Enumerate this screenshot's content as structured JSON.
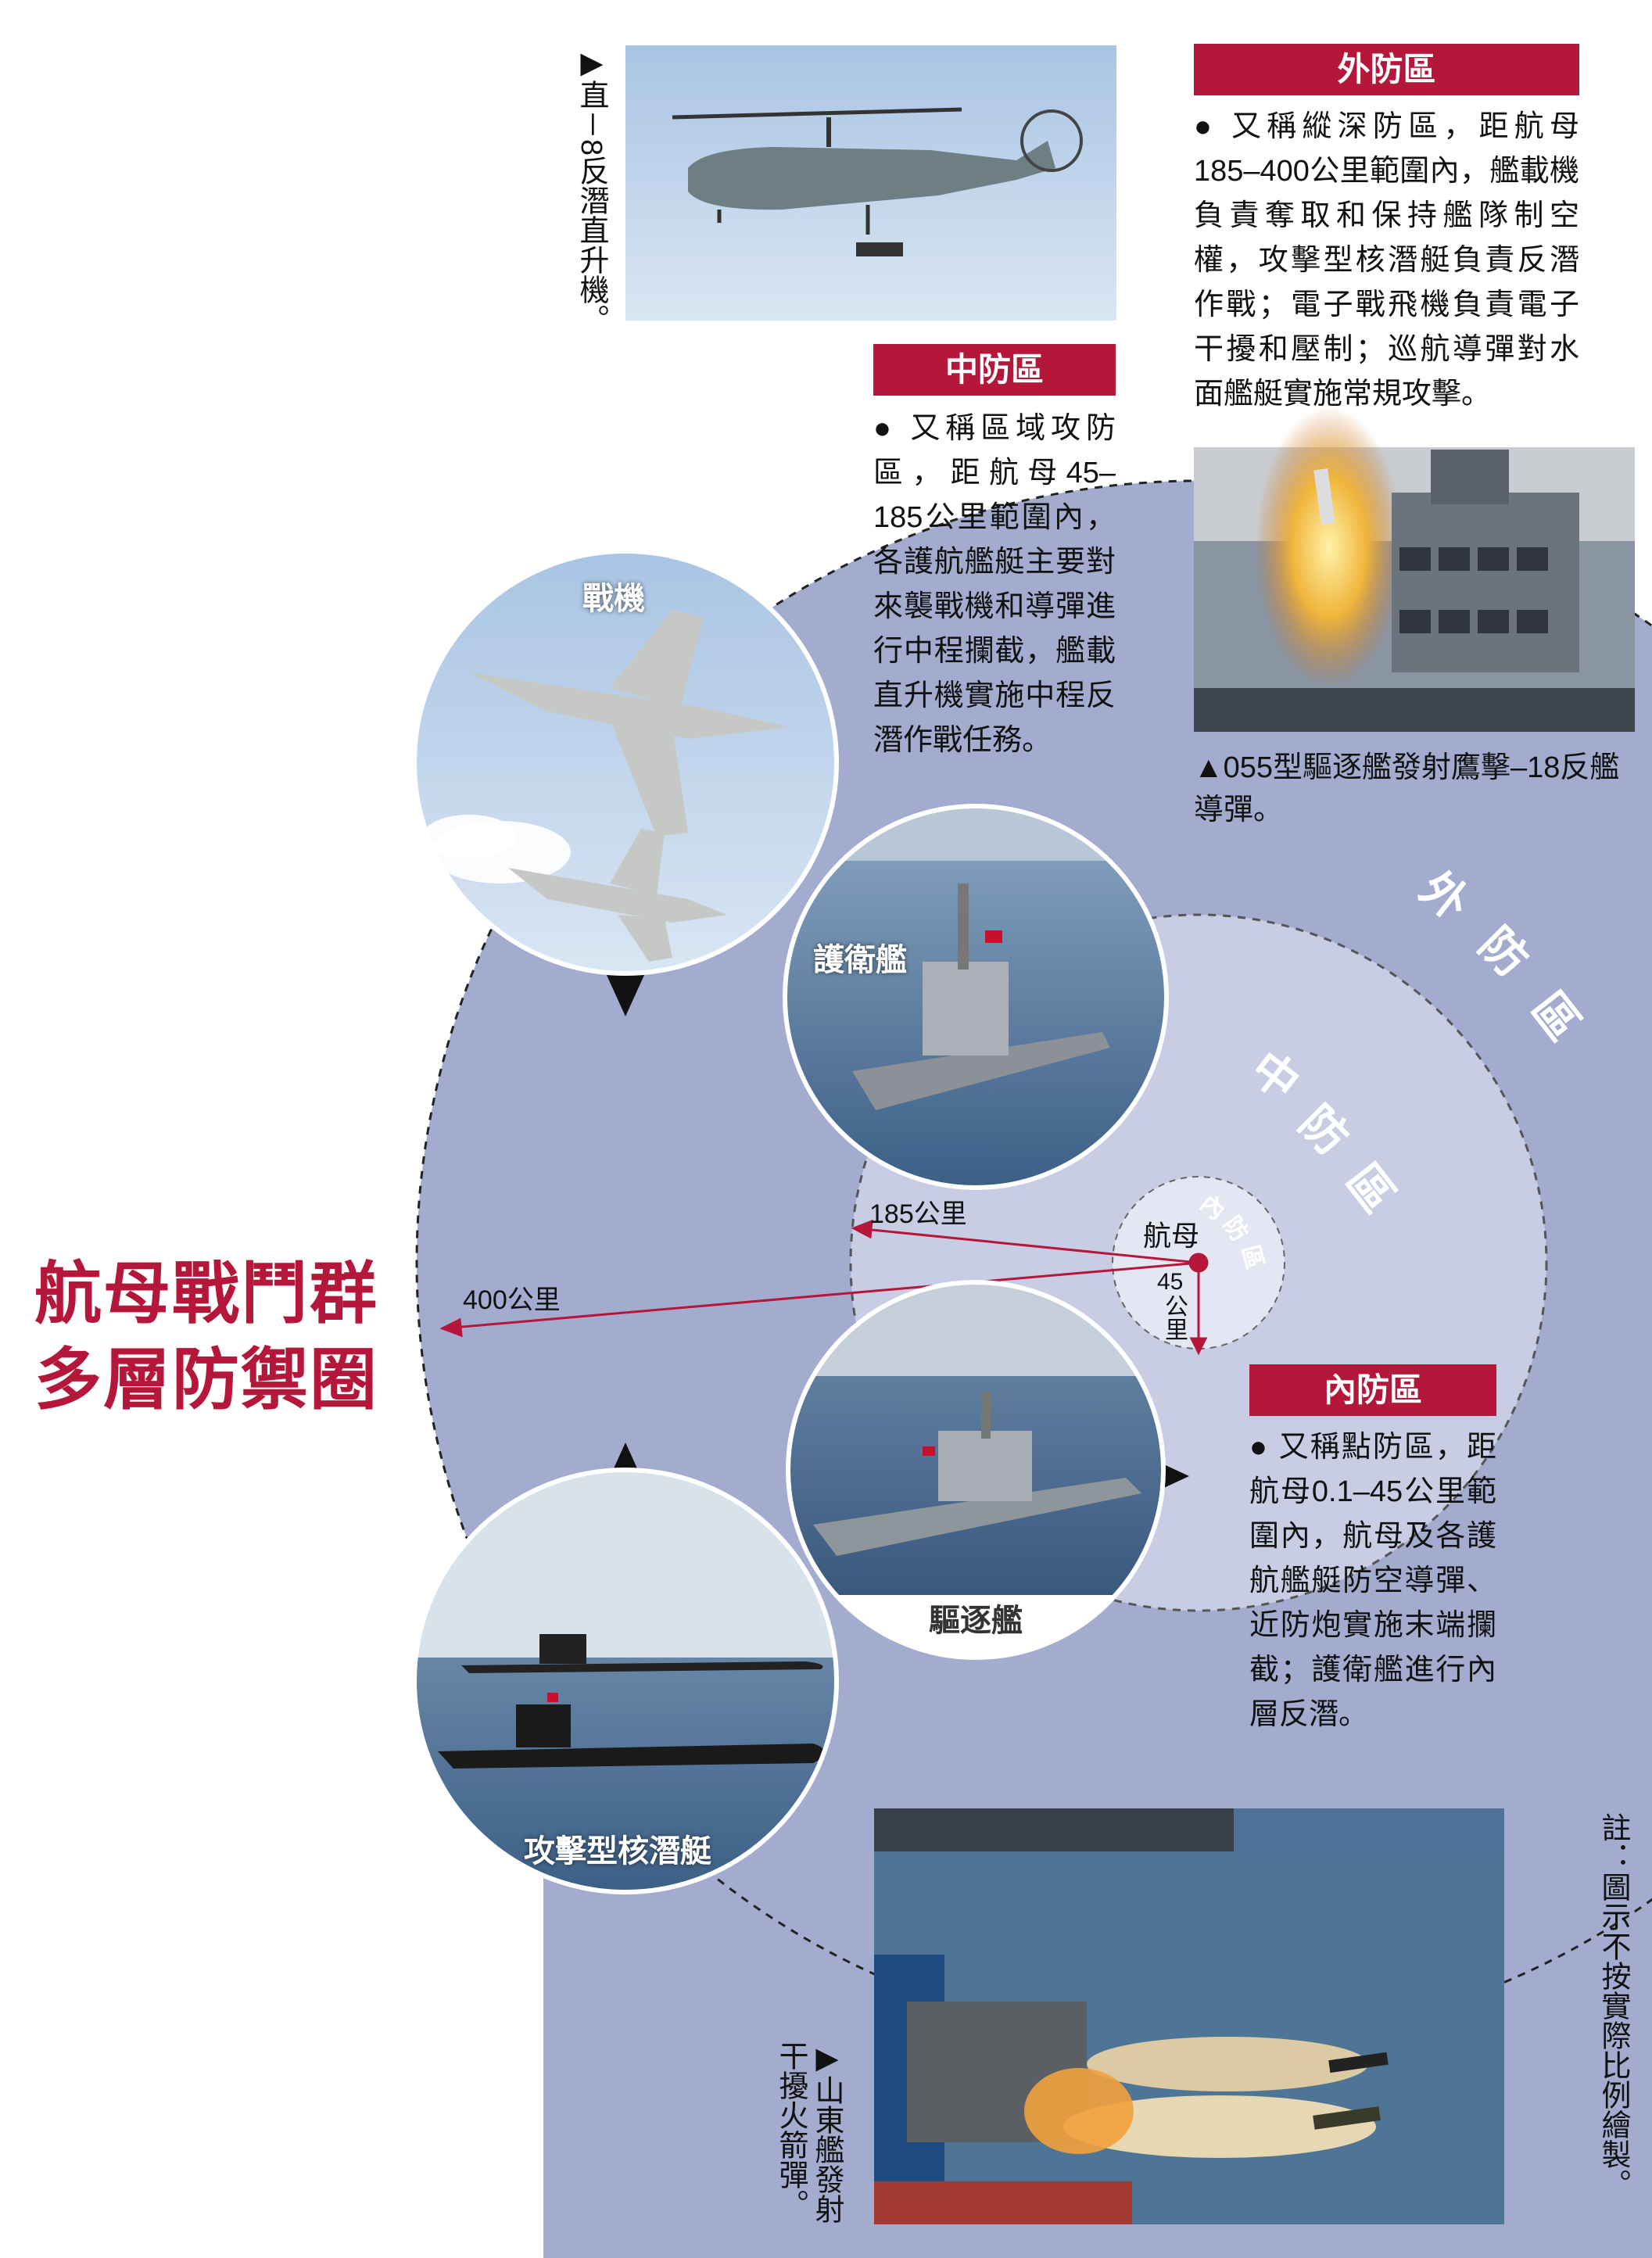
{
  "title": {
    "line1": "航母戰鬥群",
    "line2": "多層防禦圈"
  },
  "zones": {
    "outer": {
      "header": "外防區",
      "ring_label": [
        "外",
        "防",
        "區"
      ],
      "text": "● 又稱縱深防區，距航母185–400公里範圍內，艦載機負責奪取和保持艦隊制空權，攻擊型核潛艇負責反潛作戰；電子戰飛機負責電子干擾和壓制；巡航導彈對水面艦艇實施常規攻擊。"
    },
    "middle": {
      "header": "中防區",
      "ring_label": [
        "中",
        "防",
        "區"
      ],
      "text": "● 又稱區域攻防區，距航母45–185公里範圍內，各護航艦艇主要對來襲戰機和導彈進行中程攔截，艦載直升機實施中程反潛作戰任務。"
    },
    "inner": {
      "header": "內防區",
      "ring_label": [
        "內",
        "防",
        "區"
      ],
      "text": "● 又稱點防區，距航母0.1–45公里範圍內，航母及各護航艦艇防空導彈、近防炮實施末端攔截；護衛艦進行內層反潛。"
    }
  },
  "center": {
    "label": "航母"
  },
  "distances": {
    "d185": "185公里",
    "d400": "400公里",
    "d45_num": "45",
    "d45_unit": "公里"
  },
  "circles": {
    "fighter": "戰機",
    "frigate": "護衛艦",
    "destroyer": "驅逐艦",
    "submarine": "攻擊型核潛艇"
  },
  "captions": {
    "helicopter": "▶直－8反潛直升機。",
    "destroyer_missile": "▲055型驅逐艦發射鷹擊–18反艦導彈。",
    "shandong": "▶山東艦發射干擾火箭彈。",
    "note": "註：圖示不按實際比例繪製。"
  },
  "colors": {
    "accent": "#b5173a",
    "outer_zone": "#a3acce",
    "middle_zone": "#c8cde4",
    "inner_zone": "#e4e7f3"
  }
}
